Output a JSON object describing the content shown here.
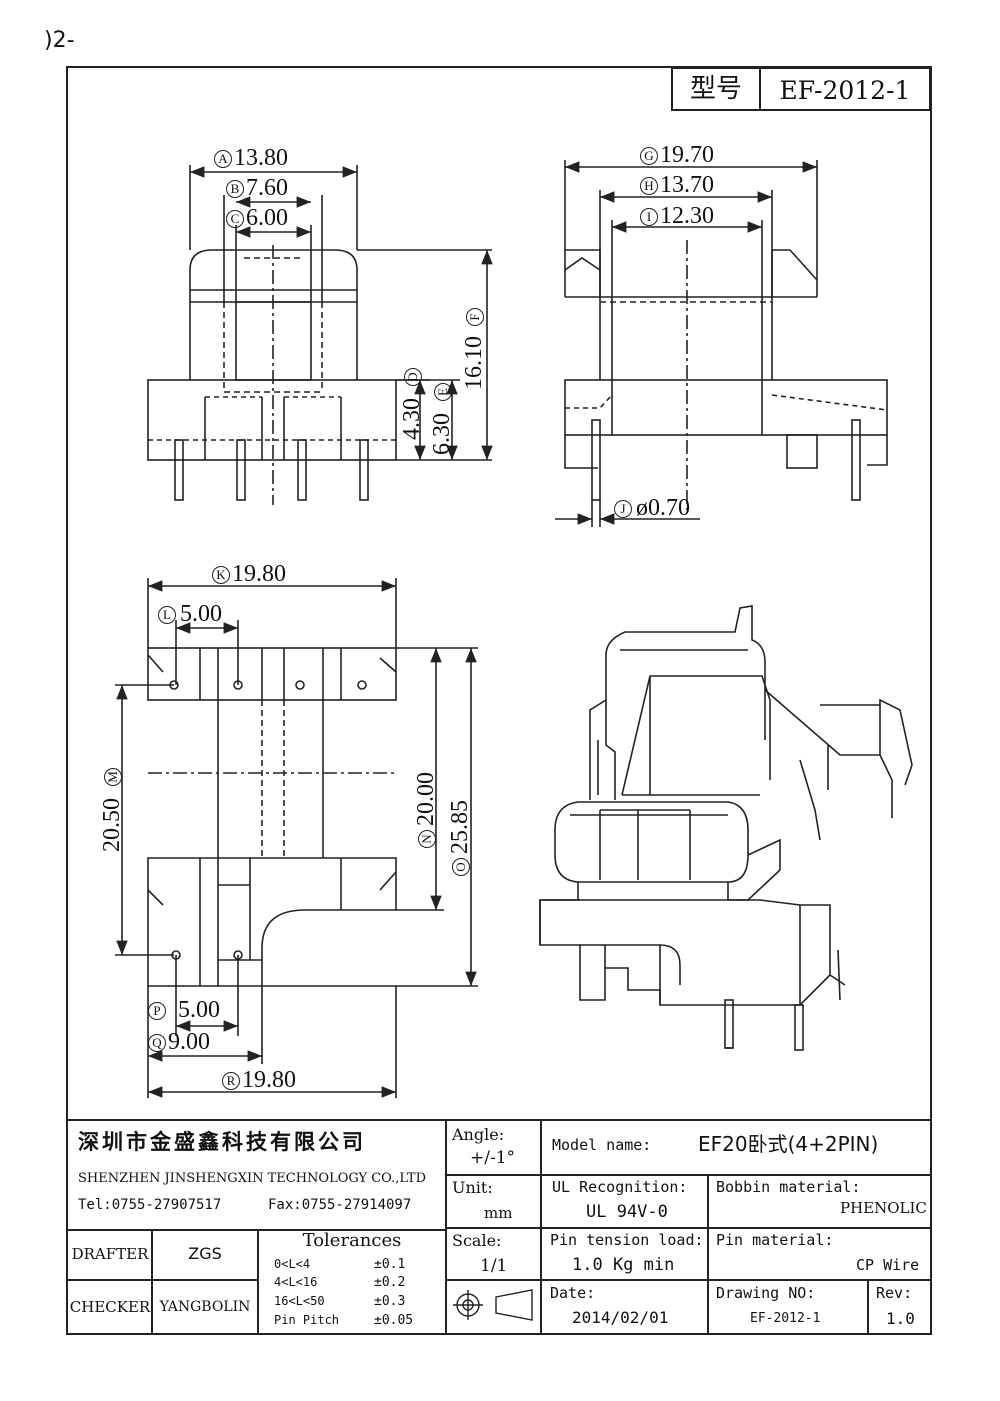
{
  "corner_fragment": ")2-",
  "title_block": {
    "type_label": "型号",
    "type_value": "EF-2012-1"
  },
  "dimensions": {
    "A": {
      "label": "A",
      "value": "13.80"
    },
    "B": {
      "label": "B",
      "value": "7.60"
    },
    "C": {
      "label": "C",
      "value": "6.00"
    },
    "D": {
      "label": "D",
      "value": "4.30"
    },
    "E": {
      "label": "E",
      "value": "6.30"
    },
    "F": {
      "label": "F",
      "value": "16.10"
    },
    "G": {
      "label": "G",
      "value": "19.70"
    },
    "H": {
      "label": "H",
      "value": "13.70"
    },
    "I": {
      "label": "I",
      "value": "12.30"
    },
    "J": {
      "label": "J",
      "value": "ø0.70"
    },
    "K": {
      "label": "K",
      "value": "19.80"
    },
    "L": {
      "label": "L",
      "value": "5.00"
    },
    "M": {
      "label": "M",
      "value": "20.50"
    },
    "N": {
      "label": "N",
      "value": "20.00"
    },
    "O": {
      "label": "O",
      "value": "25.85"
    },
    "P": {
      "label": "P",
      "value": "5.00"
    },
    "Q": {
      "label": "Q",
      "value": "9.00"
    },
    "R": {
      "label": "R",
      "value": "19.80"
    }
  },
  "company": {
    "name_cn": "深圳市金盛鑫科技有限公司",
    "name_en": "SHENZHEN JINSHENGXIN TECHNOLOGY CO.,LTD",
    "tel": "Tel:0755-27907517",
    "fax": "Fax:0755-27914097"
  },
  "staff": {
    "drafter_label": "DRAFTER",
    "drafter_value": "ZGS",
    "checker_label": "CHECKER",
    "checker_value": "YANGBOLIN"
  },
  "tolerances": {
    "title": "Tolerances",
    "rows": [
      {
        "range": "0<L<4",
        "value": "±0.1"
      },
      {
        "range": "4<L<16",
        "value": "±0.2"
      },
      {
        "range": "16<L<50",
        "value": "±0.3"
      },
      {
        "range": "Pin Pitch",
        "value": "±0.05"
      }
    ]
  },
  "angle": {
    "label": "Angle:",
    "value": "+/-1°"
  },
  "unit": {
    "label": "Unit:",
    "value": "mm"
  },
  "scale": {
    "label": "Scale:",
    "value": "1/1"
  },
  "model": {
    "label": "Model name:",
    "value": "EF20卧式(4+2PIN)"
  },
  "ul": {
    "label": "UL Recognition:",
    "value": "UL 94V-0"
  },
  "bobbin": {
    "label": "Bobbin material:",
    "value": "PHENOLIC"
  },
  "pin_tension": {
    "label": "Pin tension load:",
    "value": "1.0 Kg min"
  },
  "pin_material": {
    "label": "Pin material:",
    "value": "CP Wire"
  },
  "date": {
    "label": "Date:",
    "value": "2014/02/01"
  },
  "drawing_no": {
    "label": "Drawing NO:",
    "value": "EF-2012-1"
  },
  "rev": {
    "label": "Rev:",
    "value": "1.0"
  }
}
